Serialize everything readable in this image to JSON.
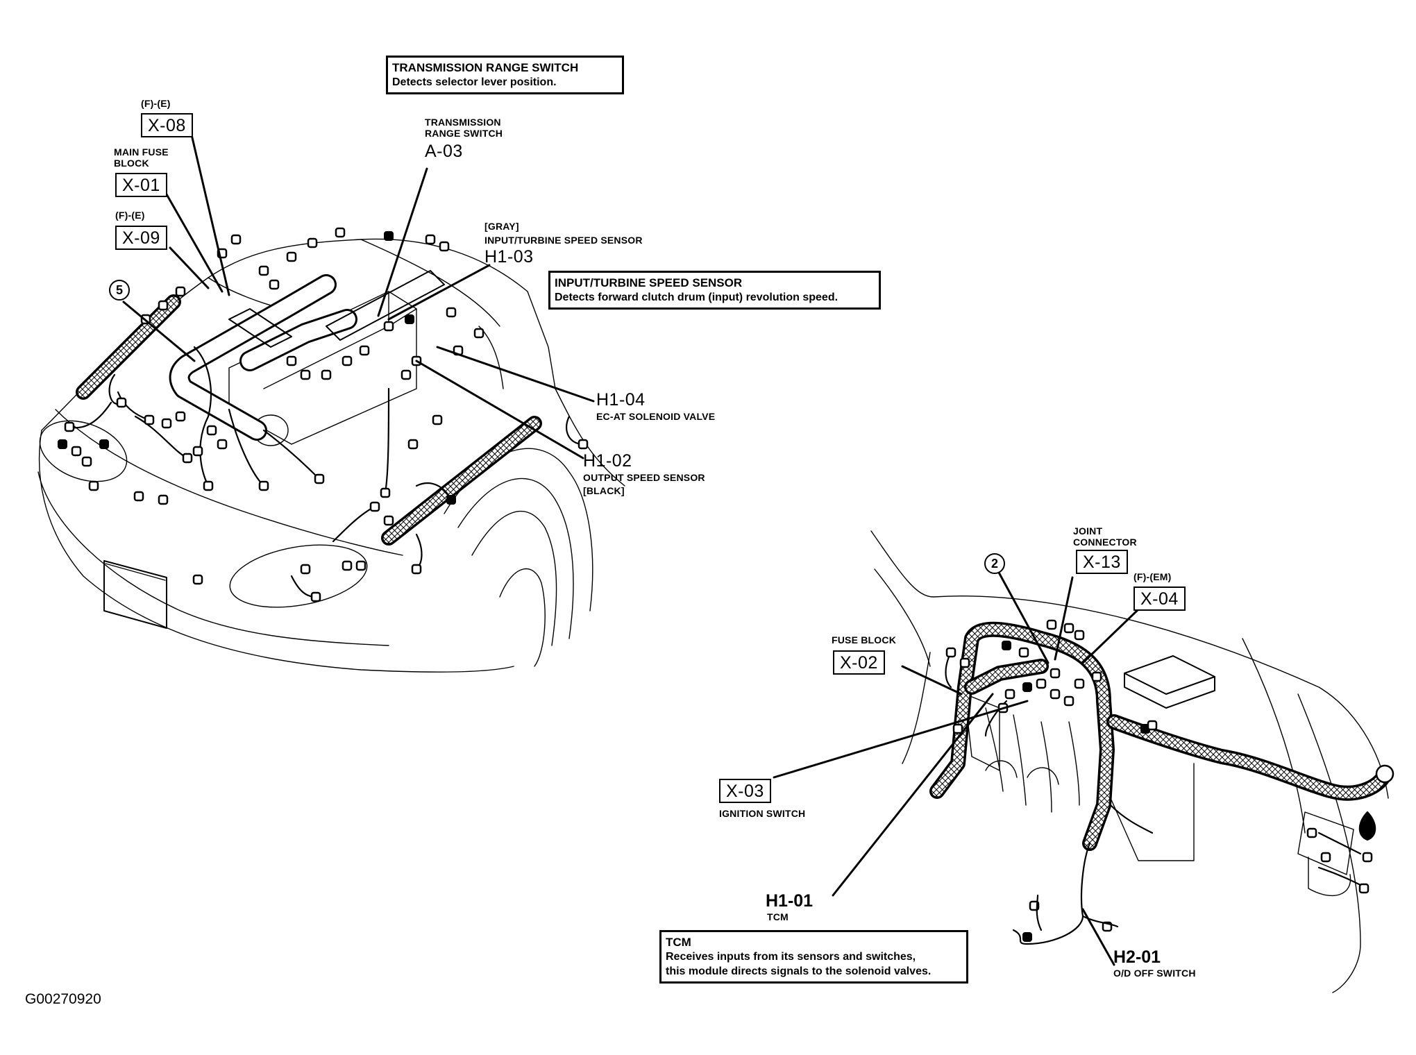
{
  "figure_id": "G00270920",
  "info_boxes": {
    "transmission_range_switch": {
      "title": "TRANSMISSION RANGE SWITCH",
      "lines": [
        "Detects selector lever position."
      ]
    },
    "input_turbine_speed_sensor": {
      "title": "INPUT/TURBINE SPEED SENSOR",
      "lines": [
        "Detects forward clutch drum (input) revolution speed."
      ]
    },
    "tcm": {
      "title": "TCM",
      "lines": [
        "Receives inputs from its sensors and switches,",
        "this module directs signals to the solenoid valves."
      ]
    }
  },
  "engine_view": {
    "callouts": {
      "x08": {
        "prefix": "(F)-(E)",
        "code": "X-08"
      },
      "x01": {
        "name_line1": "MAIN FUSE",
        "name_line2": "BLOCK",
        "code": "X-01"
      },
      "x09": {
        "prefix": "(F)-(E)",
        "code": "X-09"
      },
      "a03": {
        "name_line1": "TRANSMISSION",
        "name_line2": "RANGE SWITCH",
        "code": "A-03"
      },
      "h103": {
        "color": "[GRAY]",
        "name": "INPUT/TURBINE SPEED SENSOR",
        "code": "H1-03"
      },
      "h104": {
        "code": "H1-04",
        "name": "EC-AT SOLENOID VALVE"
      },
      "h102": {
        "code": "H1-02",
        "name": "OUTPUT SPEED SENSOR",
        "color": "[BLACK]"
      }
    },
    "harness_marker": "5"
  },
  "dash_view": {
    "callouts": {
      "x13": {
        "name_line1": "JOINT",
        "name_line2": "CONNECTOR",
        "code": "X-13"
      },
      "x04": {
        "prefix": "(F)-(EM)",
        "code": "X-04"
      },
      "x02": {
        "name": "FUSE BLOCK",
        "code": "X-02"
      },
      "x03": {
        "code": "X-03",
        "name": "IGNITION SWITCH"
      },
      "h101": {
        "code": "H1-01",
        "name": "TCM"
      },
      "h201": {
        "code": "H2-01",
        "name": "O/D OFF SWITCH"
      }
    },
    "harness_marker": "2"
  }
}
